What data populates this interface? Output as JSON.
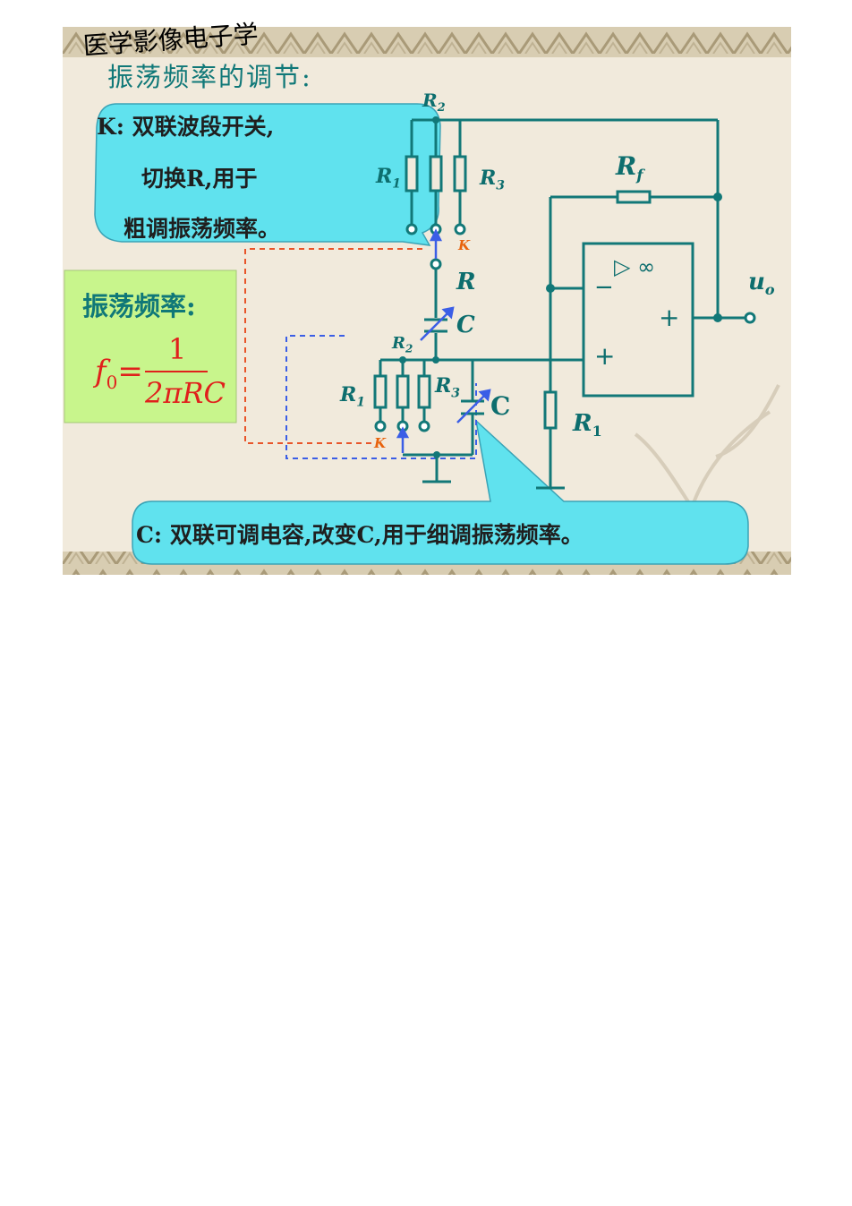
{
  "header": "医学影像电子学",
  "title": "振荡频率的调节:",
  "k_bubble": {
    "line1": "K:  双联波段开关,",
    "line2": "切换R,用于",
    "line3": "粗调振荡频率。"
  },
  "c_bubble": "C:  双联可调电容,改变C,用于细调振荡频率。",
  "frequency": {
    "title": "振荡频率:",
    "lhs": "f",
    "lhs_sub": "0",
    "eq": "=",
    "numerator": "1",
    "denominator": "2πRC"
  },
  "circuit": {
    "labels": {
      "R2_top": "R",
      "R2_top_sub": "2",
      "R1_top": "R",
      "R1_top_sub": "1",
      "R3_top": "R",
      "R3_top_sub": "3",
      "K_top": "K",
      "R": "R",
      "C_top": "C",
      "R2_bot": "R",
      "R2_bot_sub": "2",
      "R1_bot": "R",
      "R1_bot_sub": "1",
      "R3_bot": "R",
      "R3_bot_sub": "3",
      "K_bot": "K",
      "C_bot": "C",
      "Rf": "R",
      "Rf_sub": "f",
      "R1_right": "R",
      "R1_right_sub": "1",
      "uo": "u",
      "uo_sub": "o",
      "opamp_sym": "▷ ∞",
      "minus": "−",
      "plus_in": "+",
      "plus_out": "+"
    },
    "colors": {
      "wire": "#127878",
      "red_dash": "#e8552a",
      "blue_dash": "#3b5ee6",
      "formula": "#e0201c"
    }
  }
}
